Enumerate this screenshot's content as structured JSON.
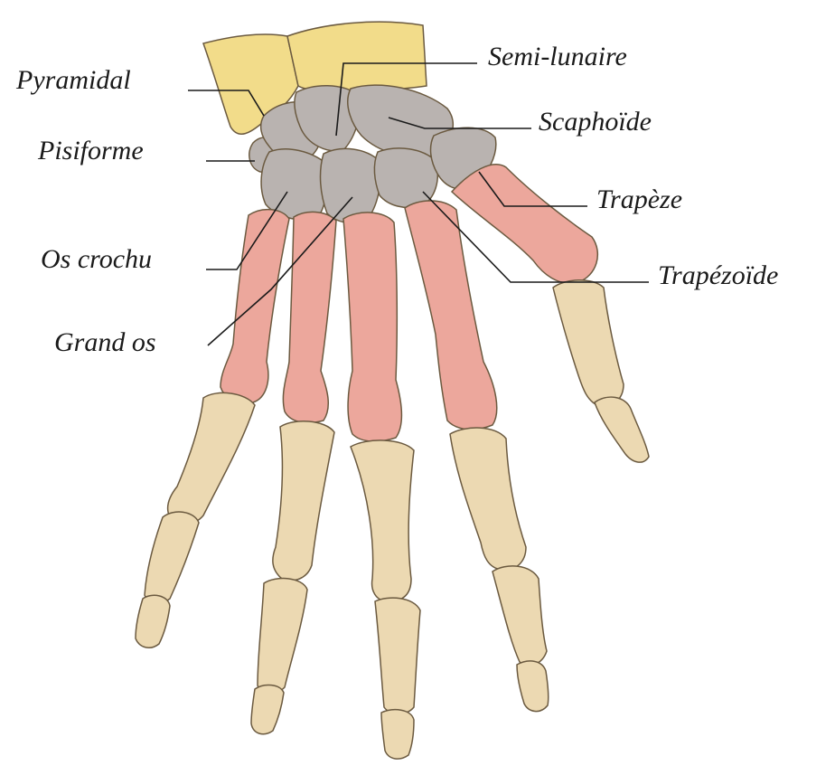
{
  "diagram": {
    "labels": {
      "pyramidal": "Pyramidal",
      "semi_lunaire": "Semi-lunaire",
      "pisiforme": "Pisiforme",
      "scaphoide": "Scaphoïde",
      "trapeze": "Trapèze",
      "os_crochu": "Os crochu",
      "trapezoide": "Trapézoïde",
      "grand_os": "Grand os"
    },
    "colors": {
      "radius_ulna": "#f2dc8a",
      "carpals": "#b9b3b0",
      "metacarpals": "#eca79c",
      "phalanges": "#ecd9b2",
      "outline": "#6b5a40"
    }
  }
}
